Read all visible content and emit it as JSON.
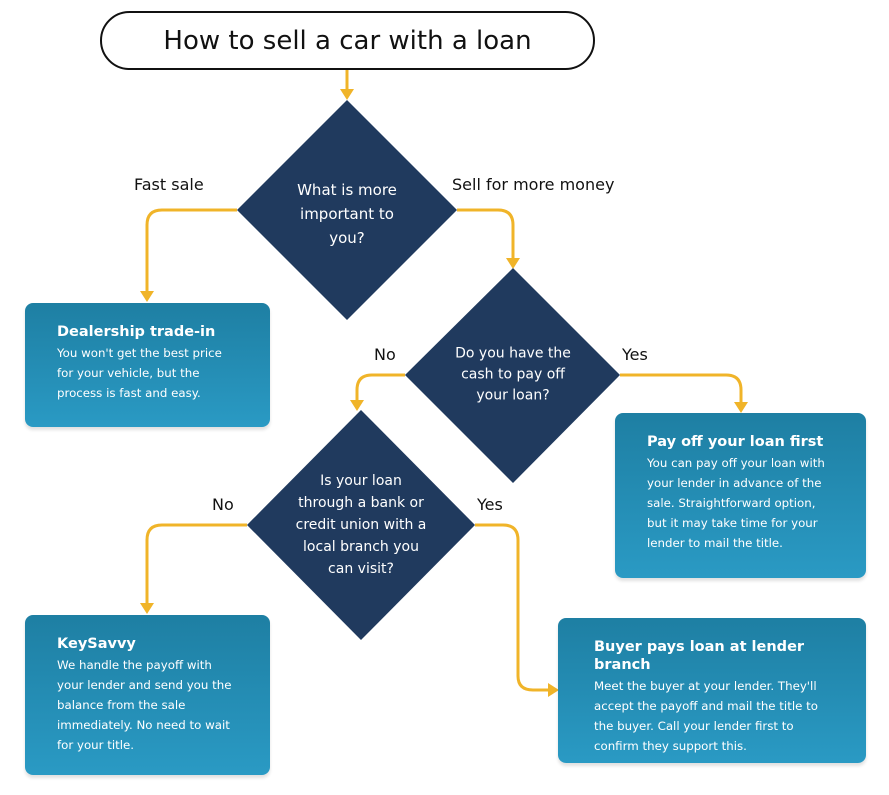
{
  "title": "How to sell a car with a loan",
  "colors": {
    "arrow": "#f0b429",
    "diamond": "#203a5e",
    "box_top": "#1e7fa3",
    "box_bottom": "#2a9ac4"
  },
  "decisions": [
    {
      "text": "What is more important to you?",
      "lines": [
        "What is more",
        "important to",
        "you?"
      ]
    },
    {
      "text": "Do you have the cash to pay off your loan?",
      "lines": [
        "Do you have the",
        "cash to pay off",
        "your loan?"
      ]
    },
    {
      "text": "Is your loan through a bank or credit union with a local branch you can visit?",
      "lines": [
        "Is your loan",
        "through a bank or",
        "credit union with a",
        "local branch you",
        "can visit?"
      ]
    }
  ],
  "labels": {
    "fast_sale": "Fast sale",
    "more_money": "Sell for more money",
    "d2_no": "No",
    "d2_yes": "Yes",
    "d3_no": "No",
    "d3_yes": "Yes"
  },
  "outcomes": {
    "dealership": {
      "title": "Dealership trade-in",
      "lines": [
        "You won't get the best price",
        "for your vehicle, but the",
        "process is fast and easy."
      ]
    },
    "payoff": {
      "title": "Pay off your loan first",
      "lines": [
        "You can pay off your loan with",
        "your lender in advance of the",
        "sale. Straightforward option,",
        "but it may take time for your",
        "lender to mail the title."
      ]
    },
    "keysavvy": {
      "title": "KeySavvy",
      "lines": [
        "We handle the payoff with",
        "your lender and send you the",
        "balance from the sale",
        "immediately. No need to wait",
        "for your title."
      ]
    },
    "buyer": {
      "title": "Buyer pays loan at lender branch",
      "lines": [
        "Meet the buyer at your lender. They'll",
        "accept the payoff and mail the title to",
        "the buyer. Call your lender first to",
        "confirm they support this."
      ]
    }
  }
}
